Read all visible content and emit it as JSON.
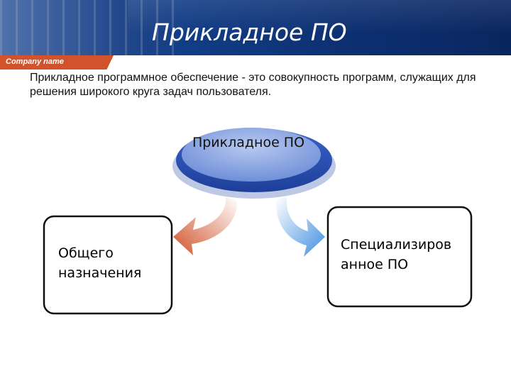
{
  "slide": {
    "title": "Прикладное ПО",
    "company_name": "Company name",
    "definition": "Прикладное программное обеспечение - это совокупность программ, служащих для решения широкого круга задач пользователя."
  },
  "diagram": {
    "root": {
      "label": "Прикладное ПО"
    },
    "children": [
      {
        "label": "Общего назначения",
        "arrow_color": "#d0532b"
      },
      {
        "label": "Специализированное ПО",
        "arrow_color": "#3f8fe0"
      }
    ]
  },
  "colors": {
    "header_bg": "#123d86",
    "company_bar": "#d0532b",
    "root_fill": "#6f8fd8",
    "root_rim": "#2d54b8"
  }
}
